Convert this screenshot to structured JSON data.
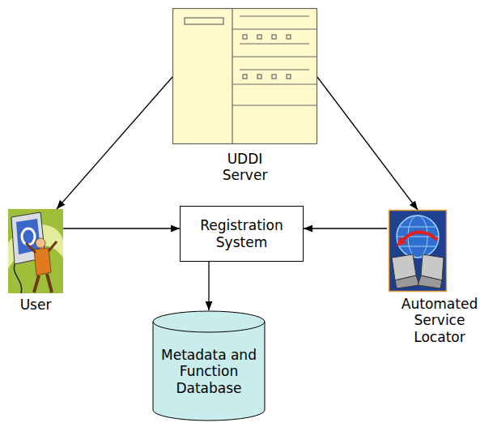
{
  "diagram": {
    "nodes": [
      {
        "text": [
          "UDDI Server"
        ]
      },
      {
        "text": [
          "User"
        ]
      },
      {
        "text": [
          "Registration System"
        ]
      },
      {
        "text": [
          "Automated Service Locator"
        ]
      },
      {
        "text": [
          "Metadata and Function Database"
        ]
      }
    ],
    "edges": [
      {
        "from": 0,
        "to": 1,
        "arrow": "to"
      },
      {
        "from": 0,
        "to": 3,
        "arrow": "to"
      },
      {
        "from": 1,
        "to": 2,
        "arrow": "to"
      },
      {
        "from": 3,
        "to": 2,
        "arrow": "to"
      },
      {
        "from": 2,
        "to": 4,
        "arrow": "to"
      }
    ]
  }
}
